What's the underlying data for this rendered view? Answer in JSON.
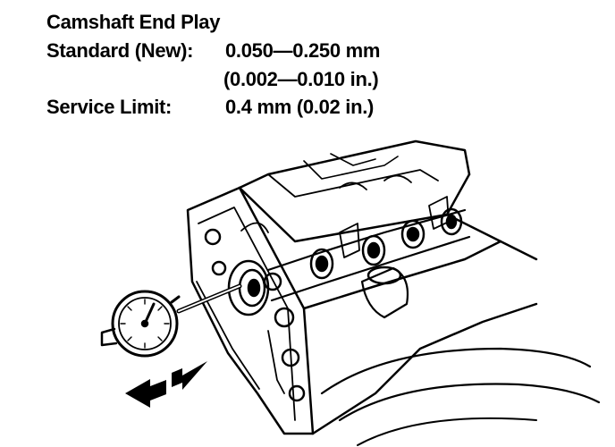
{
  "spec": {
    "title": "Camshaft End Play",
    "standard_label": "Standard (New):",
    "standard_value_mm": "0.050—0.250 mm",
    "standard_value_in": "(0.002—0.010 in.)",
    "service_label": "Service Limit:",
    "service_value": "0.4 mm (0.02 in.)"
  },
  "illustration": {
    "subject": "cylinder-head",
    "tool": "dial-indicator",
    "arrow": "double-headed"
  }
}
